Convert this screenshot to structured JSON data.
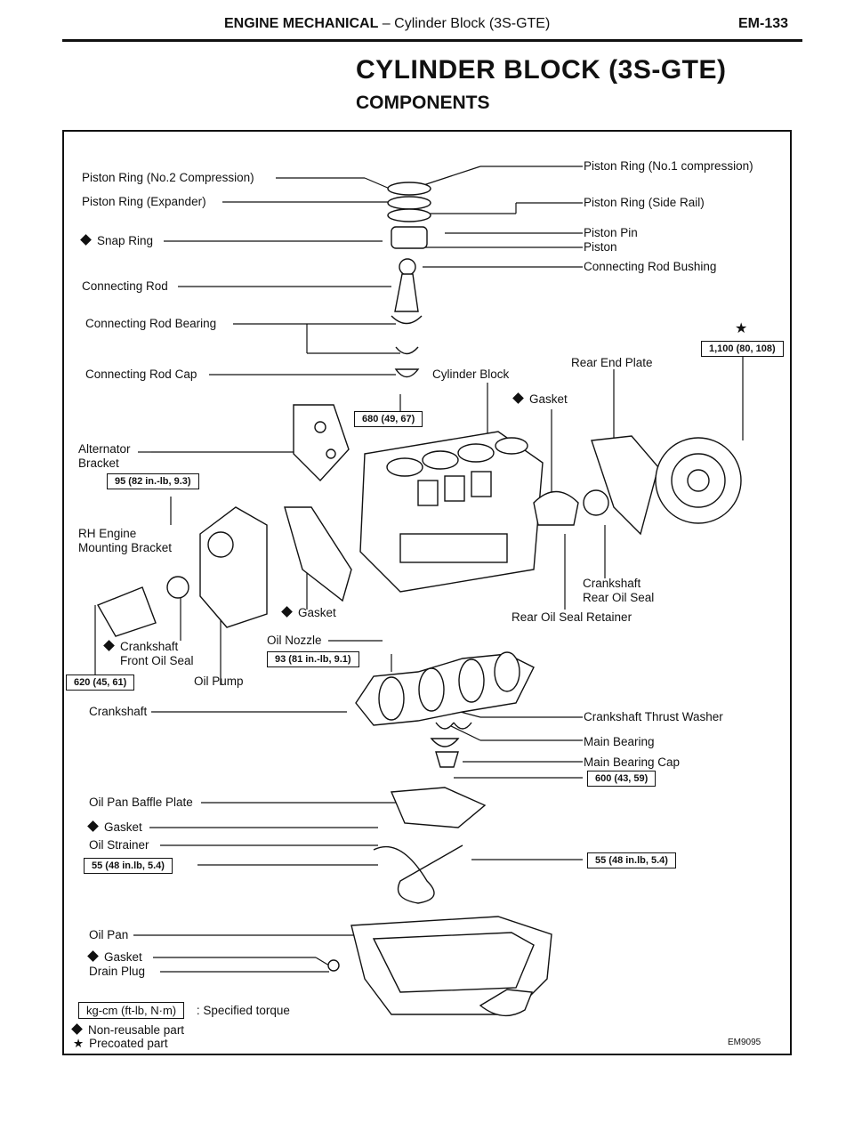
{
  "header": {
    "section": "ENGINE MECHANICAL",
    "dash": " – ",
    "subsection": "Cylinder Block (3S-GTE)",
    "page": "EM-133"
  },
  "title": "CYLINDER BLOCK (3S-GTE)",
  "subtitle": "COMPONENTS",
  "labels": {
    "piston_ring_no2": "Piston Ring (No.2 Compression)",
    "piston_ring_expander": "Piston Ring (Expander)",
    "snap_ring": "Snap Ring",
    "connecting_rod": "Connecting Rod",
    "connecting_rod_bearing": "Connecting Rod Bearing",
    "connecting_rod_cap": "Connecting Rod Cap",
    "alternator_bracket_1": "Alternator",
    "alternator_bracket_2": "Bracket",
    "rh_engine_1": "RH Engine",
    "rh_engine_2": "Mounting Bracket",
    "crankshaft_front_oil_seal_1": "Crankshaft",
    "crankshaft_front_oil_seal_2": "Front Oil Seal",
    "oil_pump": "Oil Pump",
    "gasket_mid": "Gasket",
    "oil_nozzle": "Oil Nozzle",
    "crankshaft": "Crankshaft",
    "piston_ring_no1": "Piston Ring (No.1 compression)",
    "piston_ring_side_rail": "Piston Ring (Side Rail)",
    "piston_pin": "Piston Pin",
    "piston": "Piston",
    "connecting_rod_bushing": "Connecting Rod Bushing",
    "cylinder_block": "Cylinder Block",
    "rear_end_plate": "Rear End Plate",
    "gasket_rear": "Gasket",
    "crankshaft_rear_oil_seal_1": "Crankshaft",
    "crankshaft_rear_oil_seal_2": "Rear Oil Seal",
    "rear_oil_seal_retainer": "Rear Oil Seal Retainer",
    "crankshaft_thrust_washer": "Crankshaft Thrust Washer",
    "main_bearing": "Main Bearing",
    "main_bearing_cap": "Main Bearing Cap",
    "oil_pan_baffle_plate": "Oil Pan Baffle Plate",
    "gasket_baffle": "Gasket",
    "oil_strainer": "Oil Strainer",
    "oil_pan": "Oil Pan",
    "gasket_pan": "Gasket",
    "drain_plug": "Drain Plug"
  },
  "torque": {
    "flywheel": "1,100 (80, 108)",
    "rod_cap": "680 (49, 67)",
    "alternator_bracket": "95 (82 in.-lb, 9.3)",
    "rh_engine_bracket": "620 (45, 61)",
    "oil_nozzle": "93 (81 in.-lb, 9.1)",
    "main_bearing_cap": "600 (43, 59)",
    "oil_strainer_left": "55 (48 in.lb, 5.4)",
    "oil_strainer_right": "55 (48 in.lb, 5.4)"
  },
  "star_mark": "★",
  "legend": {
    "torque_unit": "kg-cm (ft-lb, N·m)",
    "torque_desc": ": Specified torque",
    "non_reusable": "Non-reusable part",
    "precoated_star": "★",
    "precoated": "Precoated part"
  },
  "figure_id": "EM9095"
}
